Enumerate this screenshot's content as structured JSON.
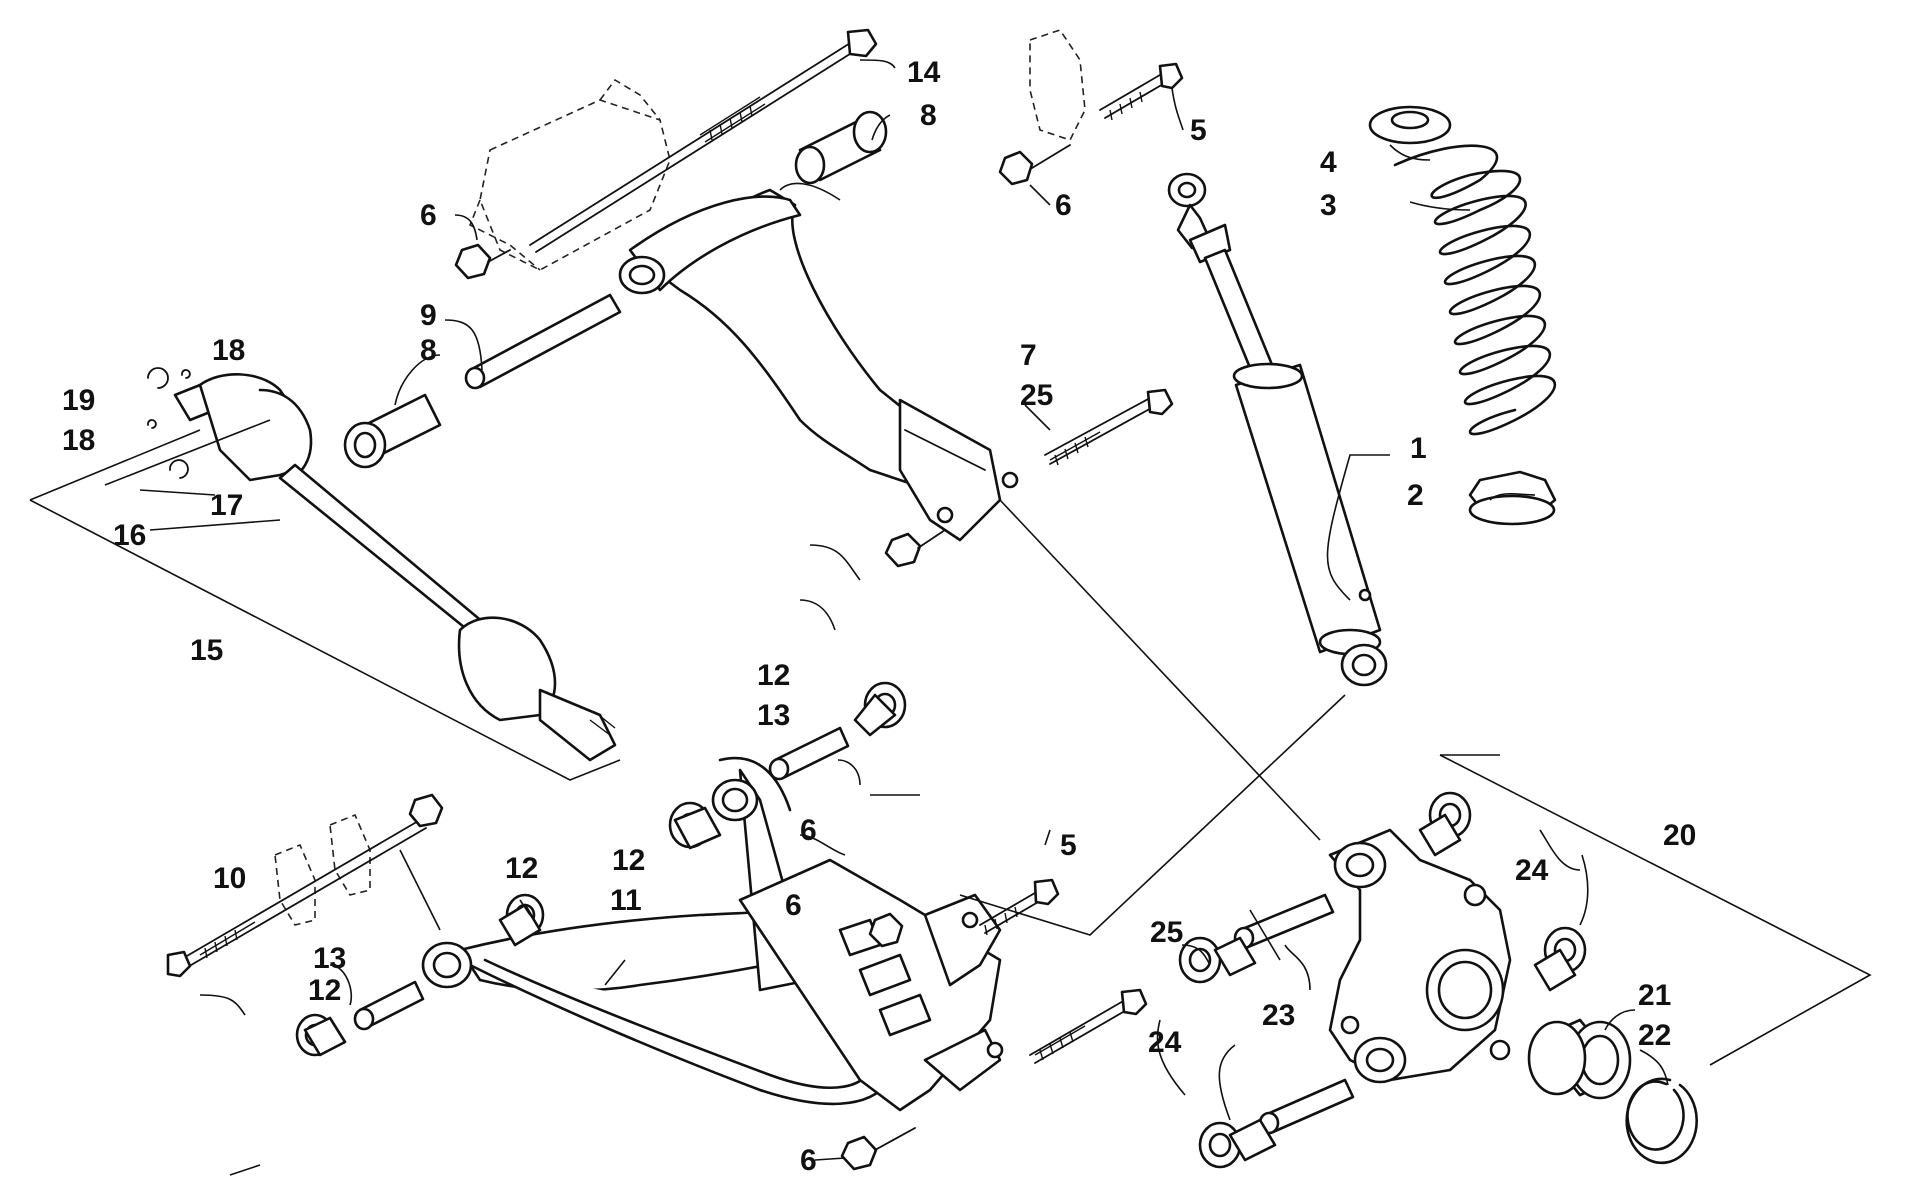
{
  "colors": {
    "ink": "#111111",
    "background": "#ffffff"
  },
  "callouts": [
    {
      "id": "c1",
      "label": "1"
    },
    {
      "id": "c2",
      "label": "2"
    },
    {
      "id": "c3",
      "label": "3"
    },
    {
      "id": "c4",
      "label": "4"
    },
    {
      "id": "c5a",
      "label": "5"
    },
    {
      "id": "c5b",
      "label": "5"
    },
    {
      "id": "c6a",
      "label": "6"
    },
    {
      "id": "c6b",
      "label": "6"
    },
    {
      "id": "c6c",
      "label": "6"
    },
    {
      "id": "c6d",
      "label": "6"
    },
    {
      "id": "c6e",
      "label": "6"
    },
    {
      "id": "c7",
      "label": "7"
    },
    {
      "id": "c8a",
      "label": "8"
    },
    {
      "id": "c8b",
      "label": "8"
    },
    {
      "id": "c9",
      "label": "9"
    },
    {
      "id": "c10",
      "label": "10"
    },
    {
      "id": "c11",
      "label": "11"
    },
    {
      "id": "c12a",
      "label": "12"
    },
    {
      "id": "c12b",
      "label": "12"
    },
    {
      "id": "c12c",
      "label": "12"
    },
    {
      "id": "c12d",
      "label": "12"
    },
    {
      "id": "c13a",
      "label": "13"
    },
    {
      "id": "c13b",
      "label": "13"
    },
    {
      "id": "c14",
      "label": "14"
    },
    {
      "id": "c15",
      "label": "15"
    },
    {
      "id": "c16",
      "label": "16"
    },
    {
      "id": "c17",
      "label": "17"
    },
    {
      "id": "c18a",
      "label": "18"
    },
    {
      "id": "c18b",
      "label": "18"
    },
    {
      "id": "c19",
      "label": "19"
    },
    {
      "id": "c20",
      "label": "20"
    },
    {
      "id": "c21",
      "label": "21"
    },
    {
      "id": "c22",
      "label": "22"
    },
    {
      "id": "c23",
      "label": "23"
    },
    {
      "id": "c24a",
      "label": "24"
    },
    {
      "id": "c24b",
      "label": "24"
    },
    {
      "id": "c25a",
      "label": "25"
    },
    {
      "id": "c25b",
      "label": "25"
    }
  ]
}
